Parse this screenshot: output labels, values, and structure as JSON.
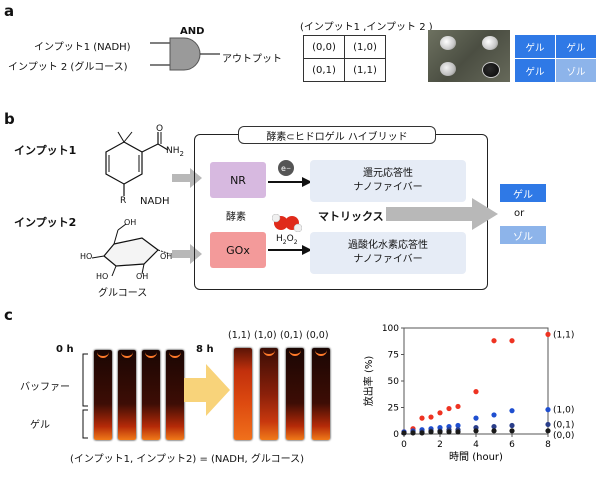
{
  "panel_a": {
    "letter": "a",
    "gate_label": "AND",
    "input1": "インプット1 (NADH)",
    "input2": "インプット 2 (グルコース)",
    "output": "アウトプット",
    "table_title": "(インプット1 ,インプット 2 )",
    "truth": [
      [
        "(0,0)",
        "(1,0)"
      ],
      [
        "(0,1)",
        "(1,1)"
      ]
    ],
    "state": [
      [
        "ゲル",
        "ゲル"
      ],
      [
        "ゲル",
        "ゾル"
      ]
    ]
  },
  "panel_b": {
    "letter": "b",
    "input1_label": "インプット1",
    "input2_label": "インプット2",
    "nadh_label": "NADH",
    "nh2": "NH",
    "nh2_sub": "2",
    "o_atom": "O",
    "r_atom": "R",
    "oh_labels": [
      "OH",
      "HO",
      "HO",
      "OH",
      "OH"
    ],
    "glucose_label": "グルコース",
    "hybrid_title": "酵素⊂ヒドロゲル ハイブリッド",
    "enzyme_label": "酵素",
    "nr": "NR",
    "gox": "GOx",
    "electron": "e",
    "electron_sup": "−",
    "h2o2_h": "H",
    "h2o2_2a": "2",
    "h2o2_o": "O",
    "h2o2_2b": "2",
    "fiber1_line1": "還元応答性",
    "fiber1_line2": "ナノファイバー",
    "fiber2_line1": "過酸化水素応答性",
    "fiber2_line2": "ナノファイバー",
    "matrix_label": "マトリックス",
    "out_gel": "ゲル",
    "out_or": "or",
    "out_sol": "ゾル"
  },
  "panel_c": {
    "letter": "c",
    "time0": "0 h",
    "time8": "8 h",
    "buffer_label": "バッファー",
    "gel_label": "ゲル",
    "tube_labels": [
      "(1,1)",
      "(1,0)",
      "(0,1)",
      "(0,0)"
    ],
    "caption": "(インプット1, インプット2) = (NADH, グルコース)"
  },
  "colors": {
    "gel_blue": "#2f79e6",
    "sol_blue": "#8db4ea",
    "nr_purple": "#d7b9e0",
    "gox_red": "#f39a9a",
    "fiber_bg": "#e6ecf6",
    "arrow_gray": "#b8b8b8",
    "arrow_orange": "#f8d37a"
  },
  "chart_data": {
    "type": "scatter",
    "xlabel": "時間 (hour)",
    "ylabel": "放出率 (%)",
    "xlim": [
      0,
      8
    ],
    "ylim": [
      0,
      100
    ],
    "xticks": [
      0,
      2,
      4,
      6,
      8
    ],
    "yticks": [
      0,
      25,
      50,
      75,
      100
    ],
    "series": [
      {
        "name": "(1,1)",
        "color": "#ee3322",
        "x": [
          0,
          0.5,
          1,
          1.5,
          2,
          2.5,
          3,
          4,
          5,
          6,
          8
        ],
        "y": [
          2,
          5,
          15,
          16,
          20,
          24,
          26,
          40,
          88,
          88,
          94
        ]
      },
      {
        "name": "(1,0)",
        "color": "#1f4fd0",
        "x": [
          0,
          0.5,
          1,
          1.5,
          2,
          2.5,
          3,
          4,
          5,
          6,
          8
        ],
        "y": [
          2,
          3,
          4,
          5,
          6,
          7,
          8,
          15,
          18,
          22,
          23
        ]
      },
      {
        "name": "(0,1)",
        "color": "#2a3e8a",
        "x": [
          0,
          0.5,
          1,
          1.5,
          2,
          2.5,
          3,
          4,
          5,
          6,
          8
        ],
        "y": [
          1,
          2,
          2,
          3,
          3,
          4,
          4,
          6,
          7,
          8,
          9
        ]
      },
      {
        "name": "(0,0)",
        "color": "#1a1a1a",
        "x": [
          0,
          0.5,
          1,
          1.5,
          2,
          2.5,
          3,
          4,
          5,
          6,
          8
        ],
        "y": [
          1,
          1,
          1,
          2,
          2,
          2,
          2,
          3,
          3,
          3,
          3
        ]
      }
    ]
  }
}
